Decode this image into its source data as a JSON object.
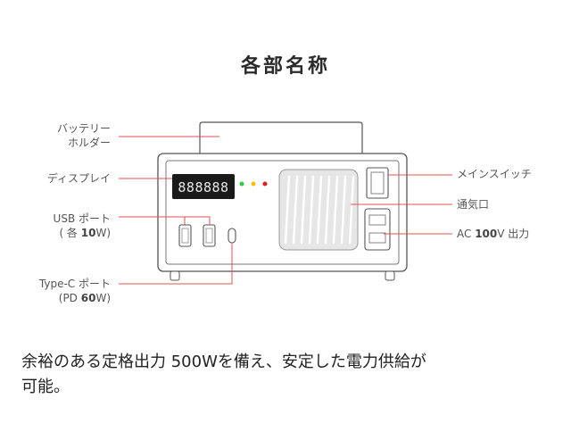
{
  "title": "各部名称",
  "labels": {
    "battery_holder": [
      "バッテリー",
      "ホルダー"
    ],
    "display": "ディスプレイ",
    "usb_port": "USB ポート",
    "usb_spec_prefix": "( 各 ",
    "usb_spec_value": "10",
    "usb_spec_suffix": "W)",
    "typec_port": "Type-C ポート",
    "typec_spec_prefix": "(PD ",
    "typec_spec_value": "60",
    "typec_spec_suffix": "W)",
    "main_switch": "メインスイッチ",
    "vent": "通気口",
    "ac_prefix": "AC ",
    "ac_value": "100",
    "ac_suffix": "V 出力"
  },
  "display_readout": "888888",
  "indicator_colors": [
    "#2ecc40",
    "#f2c200",
    "#e02020"
  ],
  "colors": {
    "leader": "#e05050",
    "outline": "#555555",
    "display_bg": "#1a1a1a"
  },
  "caption": [
    "余裕のある定格出力 500Wを備え、安定した電力供給が",
    "可能。"
  ]
}
